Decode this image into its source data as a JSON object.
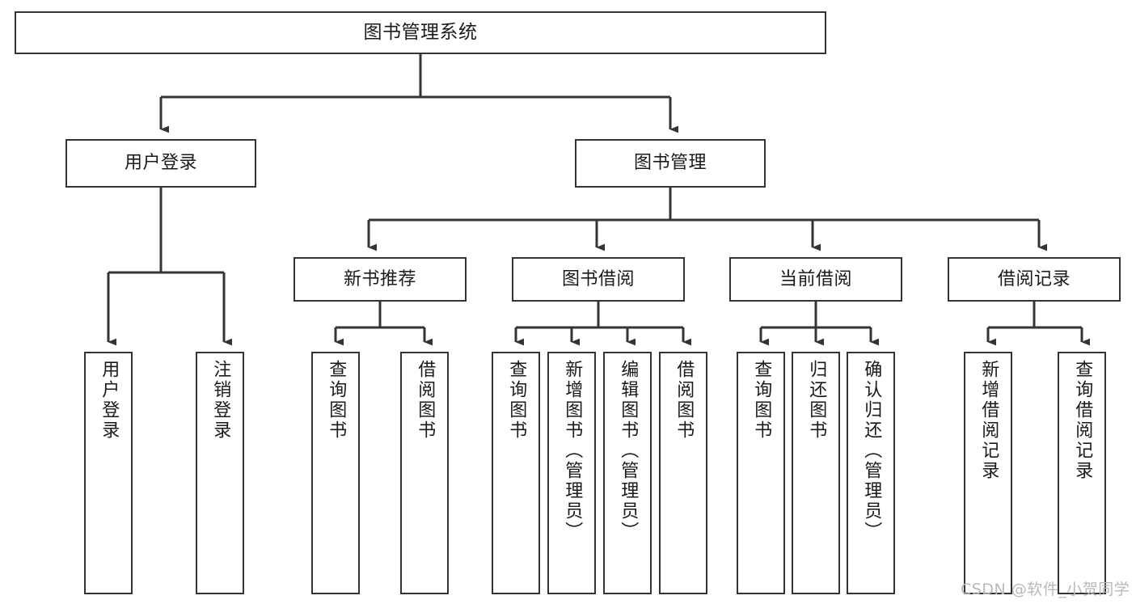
{
  "diagram": {
    "title": "图书管理系统",
    "type": "tree-hierarchy-chart",
    "root": {
      "label": "图书管理系统",
      "orientation": "horizontal"
    },
    "level2": [
      {
        "label": "用户登录",
        "orientation": "horizontal"
      },
      {
        "label": "图书管理",
        "orientation": "horizontal"
      }
    ],
    "level3": [
      {
        "label": "新书推荐",
        "orientation": "horizontal"
      },
      {
        "label": "图书借阅",
        "orientation": "horizontal"
      },
      {
        "label": "当前借阅",
        "orientation": "horizontal"
      },
      {
        "label": "借阅记录",
        "orientation": "horizontal"
      }
    ],
    "leaves": {
      "user_login": [
        {
          "label": "用户登录",
          "orientation": "vertical"
        },
        {
          "label": "注销登录",
          "orientation": "vertical"
        }
      ],
      "new_book_recommend": [
        {
          "label": "查询图书",
          "orientation": "vertical"
        },
        {
          "label": "借阅图书",
          "orientation": "vertical"
        }
      ],
      "book_borrow": [
        {
          "label": "查询图书",
          "orientation": "vertical"
        },
        {
          "label": "新增图书（管理员）",
          "orientation": "vertical"
        },
        {
          "label": "编辑图书（管理员）",
          "orientation": "vertical"
        },
        {
          "label": "借阅图书",
          "orientation": "vertical"
        }
      ],
      "current_borrow": [
        {
          "label": "查询图书",
          "orientation": "vertical"
        },
        {
          "label": "归还图书",
          "orientation": "vertical"
        },
        {
          "label": "确认归还（管理员）",
          "orientation": "vertical"
        }
      ],
      "borrow_record": [
        {
          "label": "新增借阅记录",
          "orientation": "vertical"
        },
        {
          "label": "查询借阅记录",
          "orientation": "vertical"
        }
      ]
    },
    "colors": {
      "stroke": "#343434",
      "fill": "#ffffff",
      "text": "#1a1a1a",
      "watermark": "#b9b9b9"
    }
  },
  "watermark": {
    "text": "CSDN @软件_小贺同学"
  }
}
